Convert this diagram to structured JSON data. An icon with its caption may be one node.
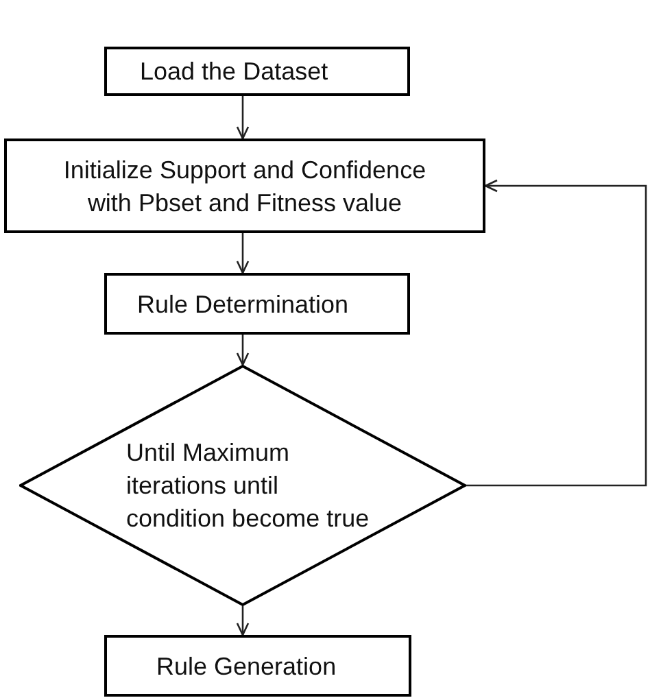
{
  "diagram": {
    "nodes": [
      {
        "text": [
          "Load the Dataset"
        ]
      },
      {
        "text": [
          "Initialize Support and Confidence with Pbset and Fitness value"
        ]
      },
      {
        "text": [
          "Rule Determination"
        ]
      },
      {
        "text": [
          "Until Maximum iterations until condition become true"
        ]
      },
      {
        "text": [
          "Rule Generation"
        ]
      }
    ],
    "edges": [
      {
        "from": 0,
        "to": 1,
        "arrow": "to"
      },
      {
        "from": 1,
        "to": 2,
        "arrow": "to"
      },
      {
        "from": 2,
        "to": 3,
        "arrow": "to"
      },
      {
        "from": 3,
        "to": 4,
        "arrow": "to"
      },
      {
        "from": 3,
        "to": 1,
        "arrow": "to"
      }
    ]
  }
}
